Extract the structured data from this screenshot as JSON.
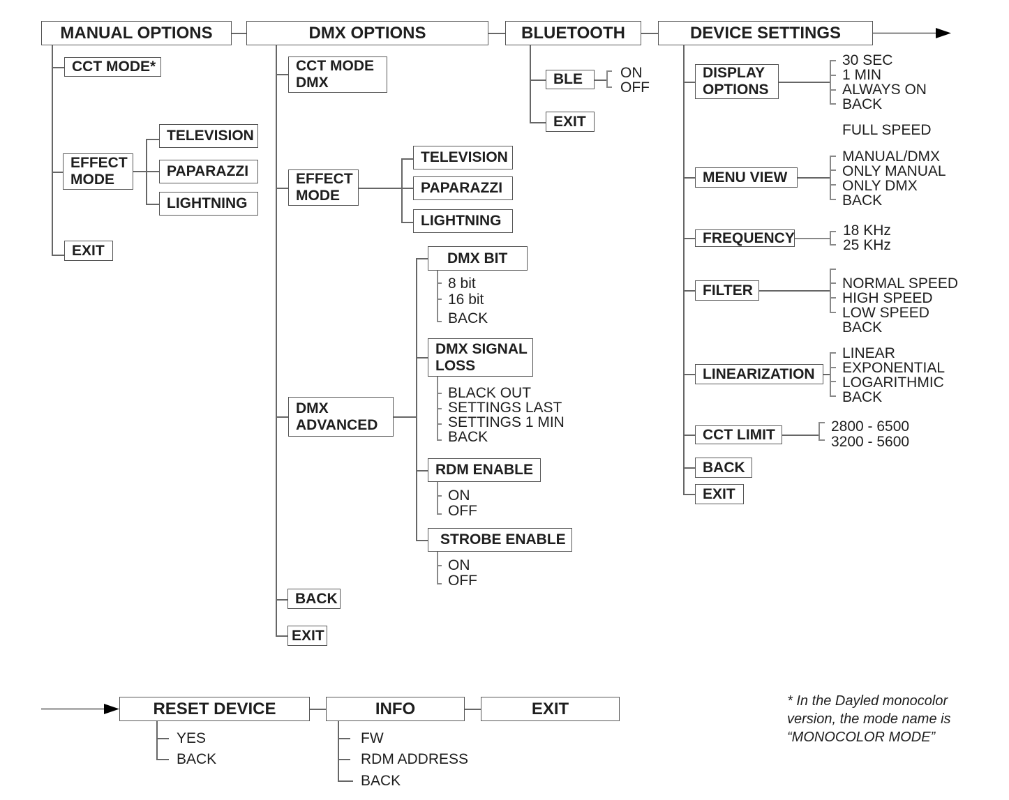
{
  "top_menu": {
    "manual_options": "MANUAL OPTIONS",
    "dmx_options": "DMX OPTIONS",
    "bluetooth": "BLUETOOTH",
    "device_settings": "DEVICE SETTINGS"
  },
  "manual": {
    "cct_mode": "CCT MODE*",
    "effect_mode": [
      "EFFECT",
      "MODE"
    ],
    "effects": [
      "TELEVISION",
      "PAPARAZZI",
      "LIGHTNING"
    ],
    "exit": "EXIT"
  },
  "dmx": {
    "cct_mode_dmx": [
      "CCT MODE",
      "DMX"
    ],
    "effect_mode": [
      "EFFECT",
      "MODE"
    ],
    "effects": [
      "TELEVISION",
      "PAPARAZZI",
      "LIGHTNING"
    ],
    "dmx_advanced": [
      "DMX",
      "ADVANCED"
    ],
    "dmx_bit": {
      "label": "DMX BIT",
      "options": [
        "8 bit",
        "16 bit",
        "BACK"
      ]
    },
    "dmx_signal_loss": {
      "label": [
        "DMX SIGNAL",
        "LOSS"
      ],
      "options": [
        "BLACK OUT",
        "SETTINGS LAST",
        "SETTINGS 1 MIN",
        "BACK"
      ]
    },
    "rdm_enable": {
      "label": "RDM ENABLE",
      "options": [
        "ON",
        "OFF"
      ]
    },
    "strobe_enable": {
      "label": "STROBE ENABLE",
      "options": [
        "ON",
        "OFF"
      ]
    },
    "back": "BACK",
    "exit": "EXIT"
  },
  "bluetooth": {
    "ble": {
      "label": "BLE",
      "options": [
        "ON",
        "OFF"
      ]
    },
    "exit": "EXIT"
  },
  "device": {
    "display_options": {
      "label": [
        "DISPLAY",
        "OPTIONS"
      ],
      "options": [
        "30 SEC",
        "1 MIN",
        "ALWAYS ON",
        "BACK"
      ]
    },
    "full_speed": "FULL SPEED",
    "menu_view": {
      "label": "MENU VIEW",
      "options": [
        "MANUAL/DMX",
        "ONLY MANUAL",
        "ONLY DMX",
        "BACK"
      ]
    },
    "frequency": {
      "label": "FREQUENCY",
      "options": [
        "18 KHz",
        "25 KHz"
      ]
    },
    "filter": {
      "label": "FILTER",
      "options": [
        "NORMAL SPEED",
        "HIGH SPEED",
        "LOW SPEED",
        "BACK"
      ]
    },
    "linearization": {
      "label": "LINEARIZATION",
      "options": [
        "LINEAR",
        "EXPONENTIAL",
        "LOGARITHMIC",
        "BACK"
      ]
    },
    "cct_limit": {
      "label": "CCT LIMIT",
      "options": [
        "2800 - 6500",
        "3200 - 5600"
      ]
    },
    "back": "BACK",
    "exit": "EXIT"
  },
  "bottom_menu": {
    "reset_device": {
      "label": "RESET DEVICE",
      "options": [
        "YES",
        "BACK"
      ]
    },
    "info": {
      "label": "INFO",
      "options": [
        "FW",
        "RDM ADDRESS",
        "BACK"
      ]
    },
    "exit": "EXIT"
  },
  "footnote": [
    "* In the Dayled monocolor",
    "version, the mode name is",
    "“MONOCOLOR MODE”"
  ]
}
